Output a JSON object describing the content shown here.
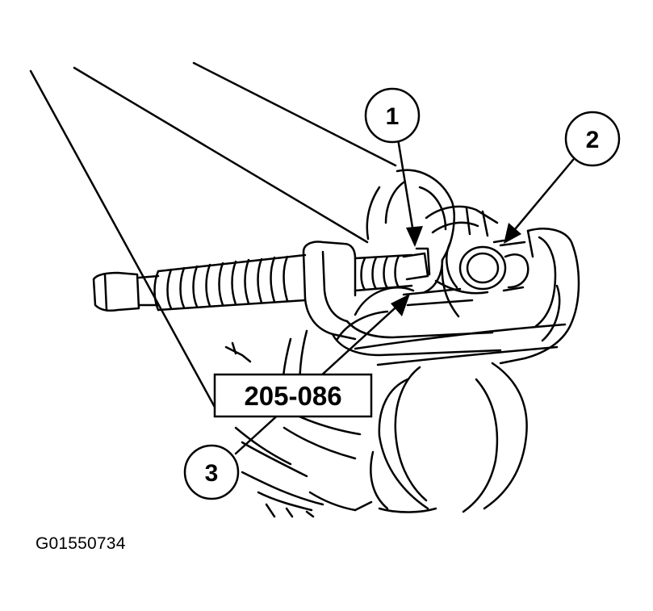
{
  "diagram": {
    "tool_number": "205-086",
    "callouts": [
      "1",
      "2",
      "3"
    ],
    "figure_id": "G01550734",
    "line_color": "#000000",
    "background": "#ffffff"
  }
}
